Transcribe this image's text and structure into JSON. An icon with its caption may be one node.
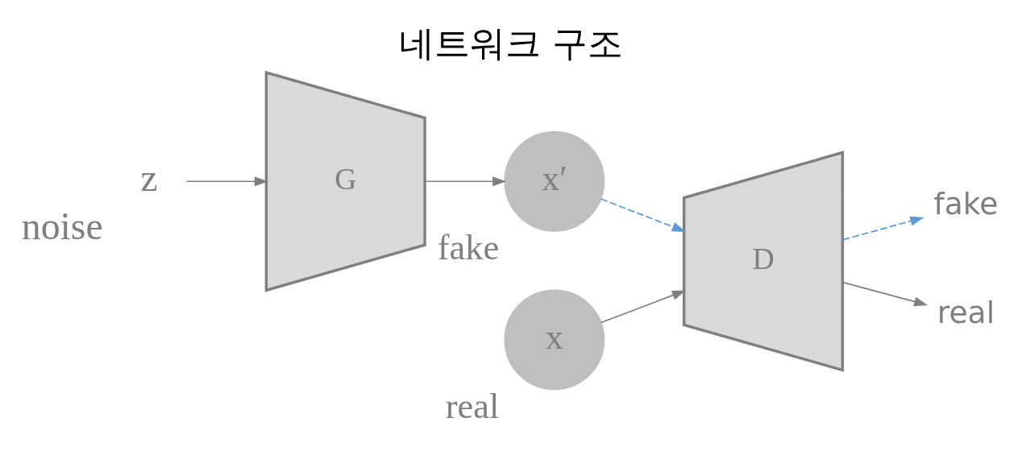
{
  "diagram": {
    "title": "네트워크 구조",
    "nodes": [
      {
        "text": [
          "z"
        ],
        "beside": [
          "noise"
        ]
      },
      {
        "text": [
          "G"
        ]
      },
      {
        "text": [
          "x′"
        ],
        "beside": [
          "fake"
        ]
      },
      {
        "text": [
          "x"
        ],
        "beside": [
          "real"
        ]
      },
      {
        "text": [
          "D"
        ]
      },
      {
        "text": [
          "fake"
        ]
      },
      {
        "text": [
          "real"
        ]
      }
    ],
    "edges": [
      {
        "from": 0,
        "to": 1,
        "arrow": "to"
      },
      {
        "from": 1,
        "to": 2,
        "arrow": "to"
      },
      {
        "from": 2,
        "to": 4,
        "arrow": "to",
        "style": "dashed",
        "color": "#5b9bd5"
      },
      {
        "from": 3,
        "to": 4,
        "arrow": "to"
      },
      {
        "from": 4,
        "to": 5,
        "arrow": "to",
        "style": "dashed",
        "color": "#5b9bd5"
      },
      {
        "from": 4,
        "to": 6,
        "arrow": "to"
      }
    ]
  }
}
